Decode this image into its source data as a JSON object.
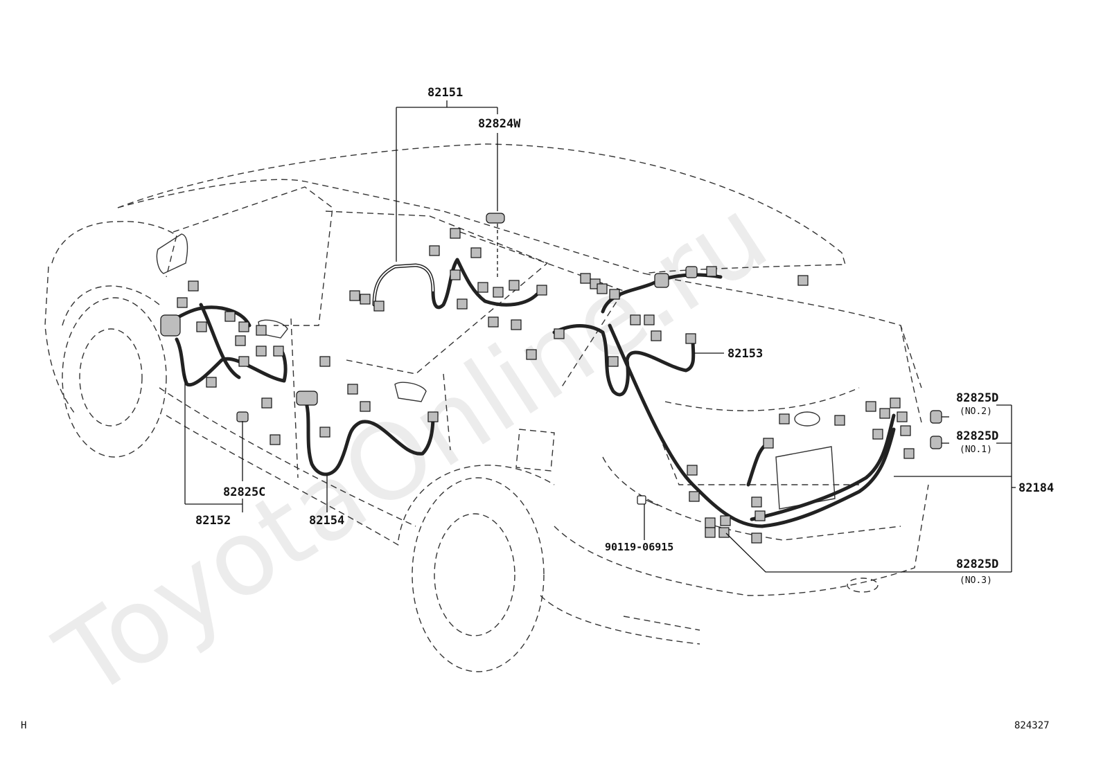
{
  "watermark": "ToyotaOnline.ru",
  "corner": {
    "left": "H",
    "right": "824327"
  },
  "labels": {
    "p82151": "82151",
    "p82824W": "82824W",
    "p82153": "82153",
    "p82825D_no2": "82825D",
    "no2": "(NO.2)",
    "p82825D_no1": "82825D",
    "no1": "(NO.1)",
    "p82184": "82184",
    "p82825C": "82825C",
    "p82152": "82152",
    "p82154": "82154",
    "p90119": "90119-06915",
    "p82825D_no3": "82825D",
    "no3": "(NO.3)"
  }
}
